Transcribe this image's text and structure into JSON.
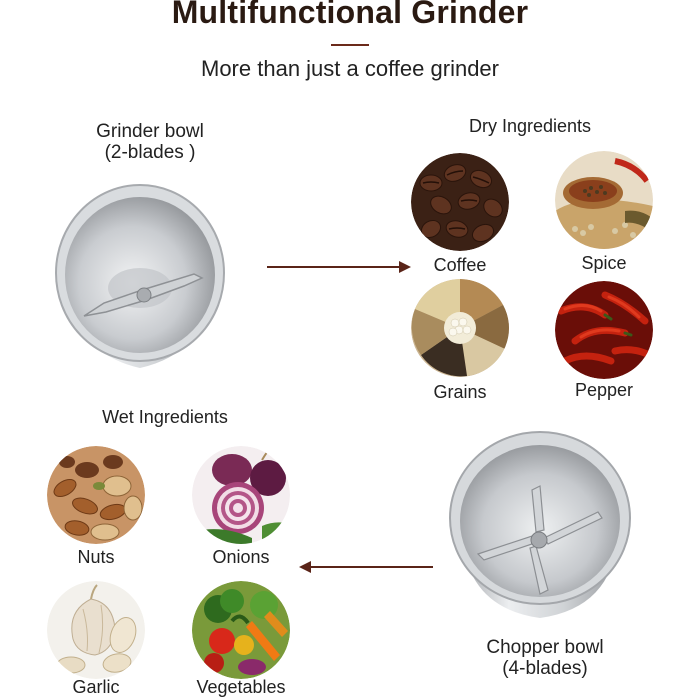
{
  "header": {
    "title": "Multifunctional Grinder",
    "subtitle": "More than just a coffee grinder"
  },
  "grinder_bowl": {
    "label_line1": "Grinder bowl",
    "label_line2": "(2-blades )"
  },
  "chopper_bowl": {
    "label_line1": "Chopper bowl",
    "label_line2": "(4-blades)"
  },
  "dry_ingredients": {
    "heading": "Dry Ingredients",
    "items": [
      {
        "label": "Coffee"
      },
      {
        "label": "Spice"
      },
      {
        "label": "Grains"
      },
      {
        "label": "Pepper"
      }
    ]
  },
  "wet_ingredients": {
    "heading": "Wet Ingredients",
    "items": [
      {
        "label": "Nuts"
      },
      {
        "label": "Onions"
      },
      {
        "label": "Garlic"
      },
      {
        "label": "Vegetables"
      }
    ]
  },
  "colors": {
    "title": "#2a1a12",
    "accent_rule": "#6b2a1a",
    "arrow": "#5a2418",
    "steel_light": "#e9eaec",
    "steel_dark": "#9a9ca0"
  }
}
